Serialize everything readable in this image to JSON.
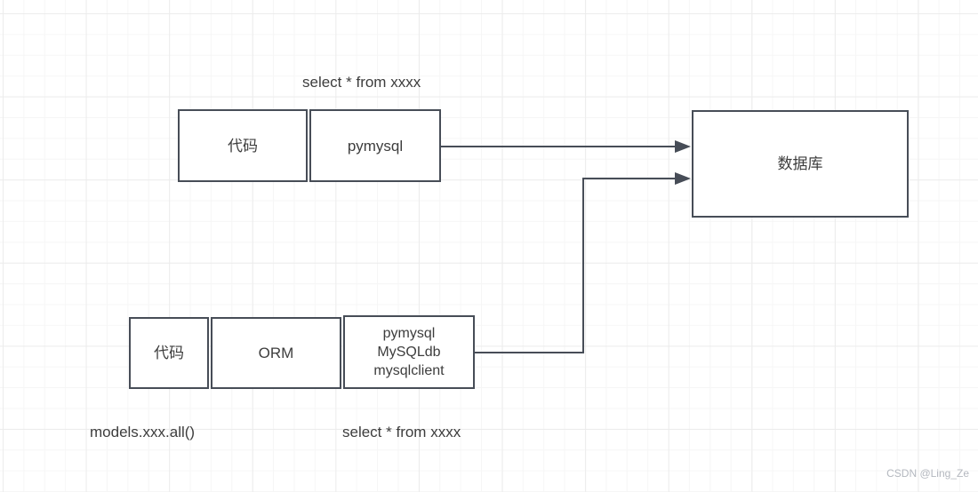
{
  "diagram": {
    "top_flow": {
      "sql_label": "select * from xxxx",
      "code_box_label": "代码",
      "pymysql_box_label": "pymysql"
    },
    "database_box_label": "数据库",
    "bottom_flow": {
      "code_box_label": "代码",
      "orm_box_label": "ORM",
      "driver_box": {
        "line1": "pymysql",
        "line2": "MySQLdb",
        "line3": "mysqlclient"
      },
      "models_label": "models.xxx.all()",
      "sql_label": "select * from xxxx"
    },
    "watermark": "CSDN @Ling_Ze",
    "colors": {
      "stroke": "#474d57",
      "text": "#3d3d3d",
      "grid_minor": "#f6f6f6",
      "grid_major": "#ececec",
      "watermark": "#b4b8bf"
    }
  }
}
